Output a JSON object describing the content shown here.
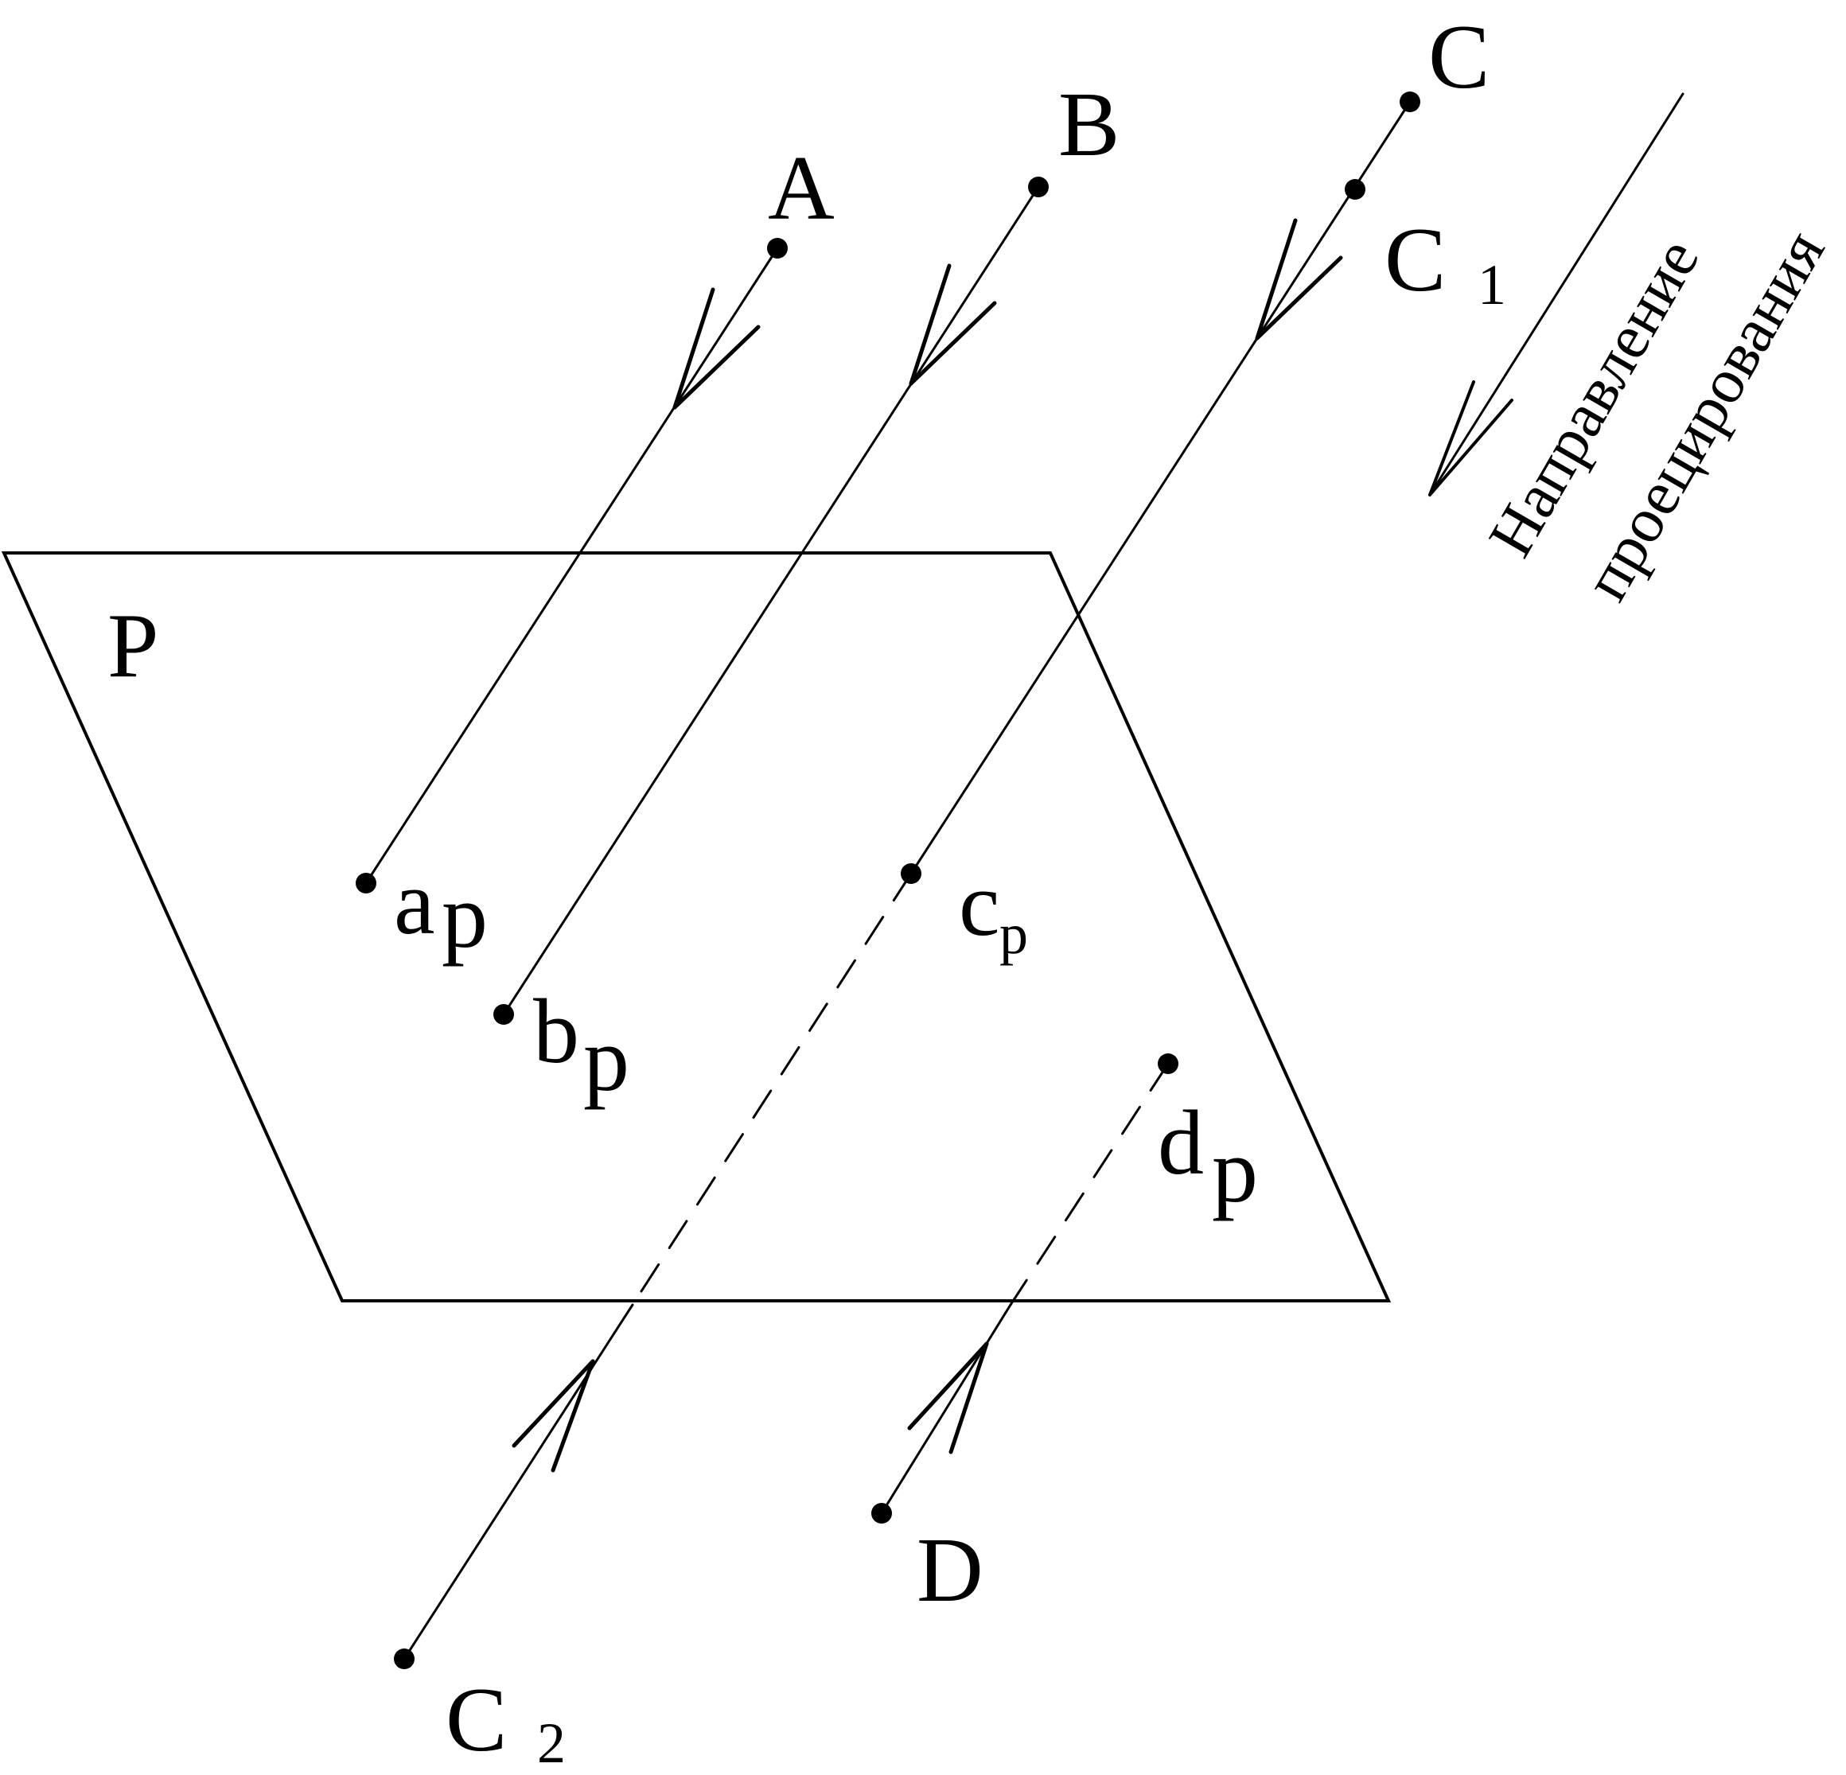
{
  "colors": {
    "ink": "#000000",
    "background": "#ffffff"
  },
  "plane_label": "P",
  "points": {
    "A": {
      "letter": "A"
    },
    "B": {
      "letter": "B"
    },
    "C": {
      "letter": "C"
    },
    "C1": {
      "letter": "C",
      "sub": "1"
    },
    "C2": {
      "letter": "C",
      "sub": "2"
    },
    "D": {
      "letter": "D"
    }
  },
  "projections": {
    "ap": {
      "letter": "a",
      "sub": "p"
    },
    "bp": {
      "letter": "b",
      "sub": "p"
    },
    "cp": {
      "letter": "c",
      "sub": "p"
    },
    "dp": {
      "letter": "d",
      "sub": "p"
    }
  },
  "direction_caption": {
    "line1": "Направление",
    "line2": "проецирования"
  }
}
